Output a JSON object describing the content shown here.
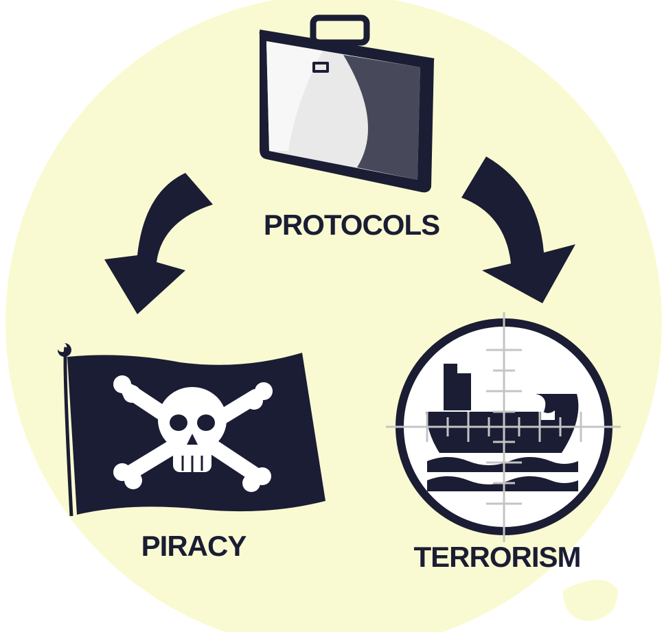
{
  "diagram": {
    "labels": {
      "top": "PROTOCOLS",
      "left": "PIRACY",
      "right": "TERRORISM"
    },
    "colors": {
      "background_circle": "#fafad2",
      "ink": "#1a1d33",
      "bone": "#ffffff",
      "crosshair": "#c4c4c4"
    },
    "icons": {
      "top": "briefcase-icon",
      "left": "pirate-flag-icon",
      "right": "ship-in-crosshair-icon"
    }
  }
}
